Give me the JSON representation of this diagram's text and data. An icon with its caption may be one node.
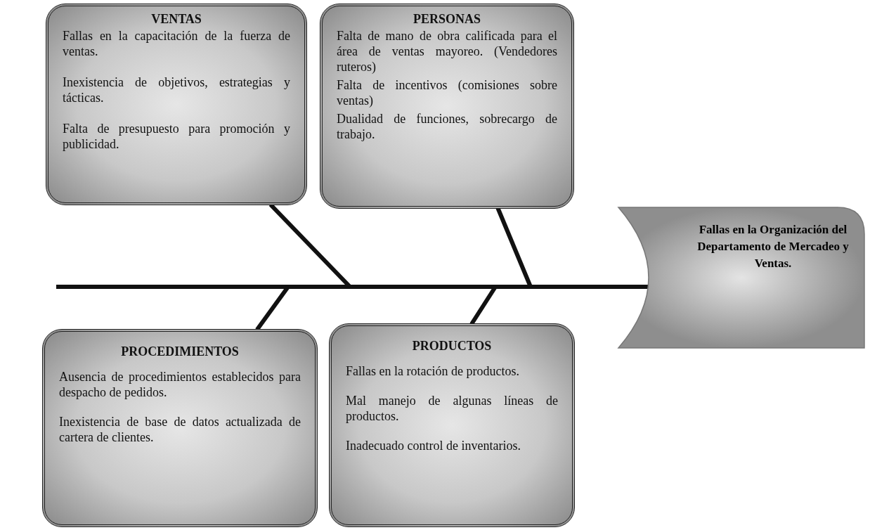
{
  "diagram": {
    "nodes": [
      {
        "text": [
          "VENTAS",
          "Fallas en la capacitación de la fuerza de ventas.",
          "Inexistencia de objetivos, estrategias y tácticas.",
          "Falta de presupuesto para promoción y publicidad."
        ]
      },
      {
        "text": [
          "PERSONAS",
          "Falta de mano de obra calificada para el área de ventas mayoreo. (Vendedores ruteros)",
          "Falta de incentivos (comisiones sobre ventas)",
          "Dualidad de funciones, sobrecargo de trabajo."
        ]
      },
      {
        "text": [
          "Fallas en la Organización del Departamento de Mercadeo y Ventas."
        ]
      },
      {
        "text": [
          "PROCEDIMIENTOS",
          "Ausencia de procedimientos establecidos para despacho de pedidos.",
          "Inexistencia de base de datos actualizada de cartera de clientes."
        ]
      },
      {
        "text": [
          "PRODUCTOS",
          "Fallas en la rotación de productos.",
          "Mal manejo de algunas líneas de productos.",
          "Inadecuado control de inventarios."
        ]
      }
    ],
    "edges": [
      {
        "from": null,
        "to": 2,
        "arrow": "none"
      },
      {
        "from": 0,
        "to": null,
        "arrow": "none"
      },
      {
        "from": 1,
        "to": null,
        "arrow": "none"
      },
      {
        "from": 3,
        "to": null,
        "arrow": "none"
      },
      {
        "from": 4,
        "to": null,
        "arrow": "none"
      }
    ]
  }
}
